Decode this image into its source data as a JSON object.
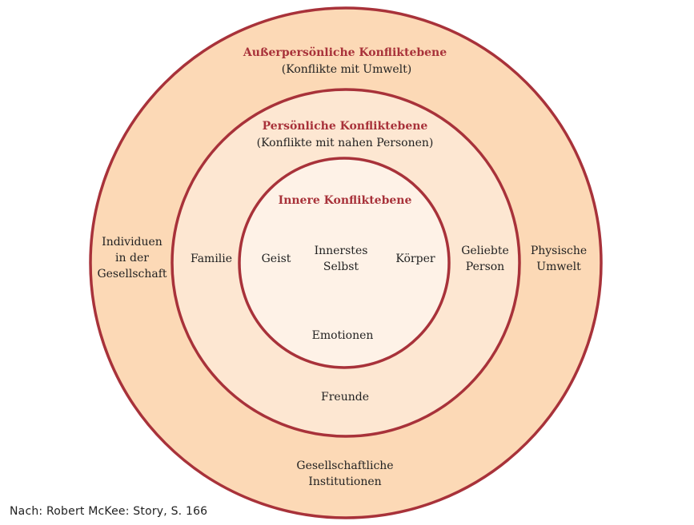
{
  "colors": {
    "ring_stroke": "#a8323a",
    "outer_fill": "#fcd9b6",
    "middle_fill": "#fde7d2",
    "inner_fill": "#fef2e7",
    "title_text": "#a8323a",
    "body_text": "#222222"
  },
  "outer": {
    "title": "Außerpersönliche Konfliktebene",
    "subtitle": "(Konflikte mit Umwelt)",
    "left": "Individuen\nin der\nGesellschaft",
    "right": "Physische\nUmwelt",
    "bottom": "Gesellschaftliche\nInstitutionen"
  },
  "middle": {
    "title": "Persönliche Konfliktebene",
    "subtitle": "(Konflikte mit nahen Personen)",
    "left": "Familie",
    "right": "Geliebte\nPerson",
    "bottom": "Freunde"
  },
  "inner": {
    "title": "Innere Konfliktebene",
    "left": "Geist",
    "center": "Innerstes\nSelbst",
    "right": "Körper",
    "bottom": "Emotionen"
  },
  "source": "Nach: Robert McKee: Story, S. 166"
}
